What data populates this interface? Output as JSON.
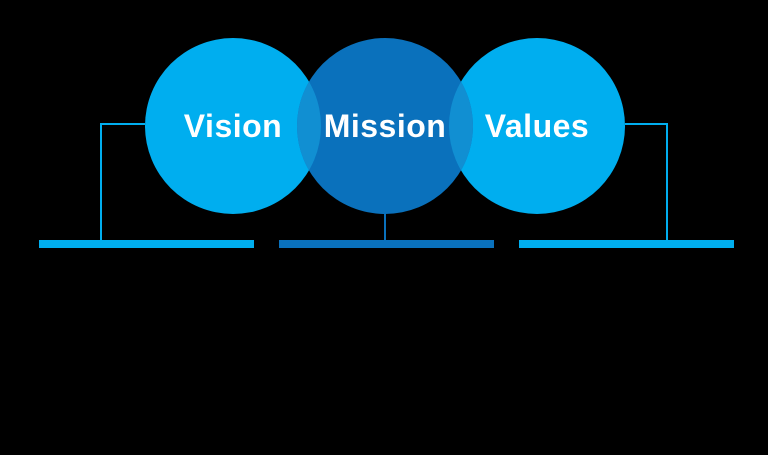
{
  "background_color": "#000000",
  "diagram": {
    "name": "vision-mission-values",
    "label_color": "#FFFFFF",
    "overlap_color": "#118FD2",
    "circles": [
      {
        "id": "vision",
        "label": "Vision",
        "color": "#00AEEF"
      },
      {
        "id": "mission",
        "label": "Mission",
        "color": "#0A71BC"
      },
      {
        "id": "values",
        "label": "Values",
        "color": "#00AEEF"
      }
    ],
    "connectors": {
      "left_color": "#00AEEF",
      "middle_color": "#0A71BC",
      "right_color": "#00AEEF"
    },
    "bars": [
      {
        "id": "vision-bar",
        "color": "#00AEEF"
      },
      {
        "id": "mission-bar",
        "color": "#0A71BC"
      },
      {
        "id": "values-bar",
        "color": "#00AEEF"
      }
    ]
  }
}
